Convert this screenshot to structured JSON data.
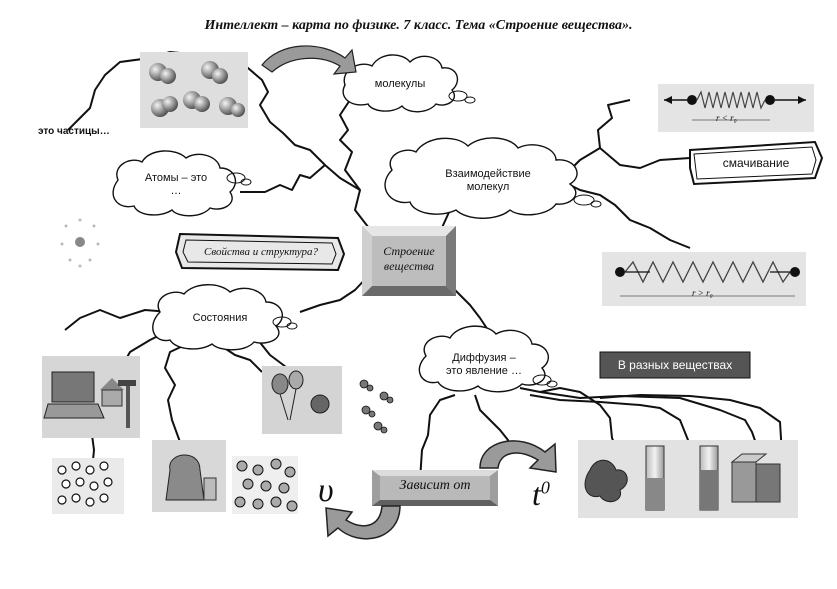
{
  "title": "Интеллект – карта по физике. 7 класс. Тема «Строение вещества».",
  "center_node": {
    "line1": "Строение",
    "line2": "вещества"
  },
  "clouds": {
    "molecules": "молекулы",
    "atoms_line1": "Атомы – это",
    "atoms_line2": "…",
    "interaction_line1": "Взаимодействие",
    "interaction_line2": "молекул",
    "states": "Состояния",
    "diffusion_line1": "Диффузия –",
    "diffusion_line2": "это явление …"
  },
  "labels": {
    "particles": "это частицы…",
    "properties": "Свойства и структура?",
    "wetting": "смачивание",
    "in_substances": "В разных веществах",
    "depends_on": "Зависит от",
    "v_symbol": "υ",
    "t_base": "t",
    "t_sup": "0",
    "spring_short": "r < r₀",
    "spring_long": "r > r₀"
  },
  "colors": {
    "ink": "#111111",
    "frame_fill": "#d9d9d9",
    "center_fill": "#bdbdbd",
    "dark_box": "#555555",
    "arrow_fill": "#9a9a9a"
  }
}
